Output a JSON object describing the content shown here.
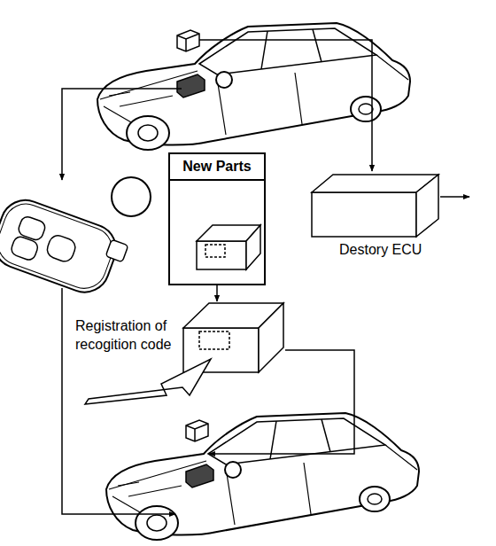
{
  "diagram": {
    "nodes": [
      {
        "text": [
          "New Parts"
        ]
      },
      {
        "text": [
          "Destory ECU"
        ]
      },
      {
        "text": [
          "Registration of recogition code"
        ]
      }
    ],
    "edges": [
      {
        "from": 0,
        "to": 2,
        "arrow": "to"
      }
    ]
  }
}
